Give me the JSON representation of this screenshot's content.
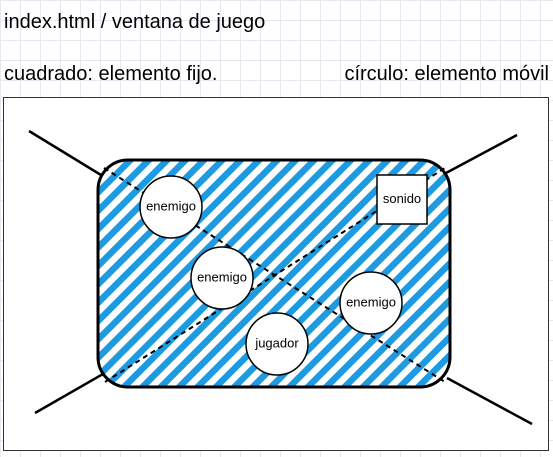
{
  "header": {
    "title": "index.html / ventana de juego",
    "fixed_note": "cuadrado: elemento fijo.",
    "mobile_note": "círculo: elemento móvil"
  },
  "scene": {
    "enemies": [
      {
        "label": "enemigo"
      },
      {
        "label": "enemigo"
      },
      {
        "label": "enemigo"
      }
    ],
    "player": {
      "label": "jugador"
    },
    "sound": {
      "label": "sonido"
    },
    "colors": {
      "stripe": "#1e9ae0",
      "stripe_gap": "#ffffff",
      "outline": "#000000"
    }
  }
}
